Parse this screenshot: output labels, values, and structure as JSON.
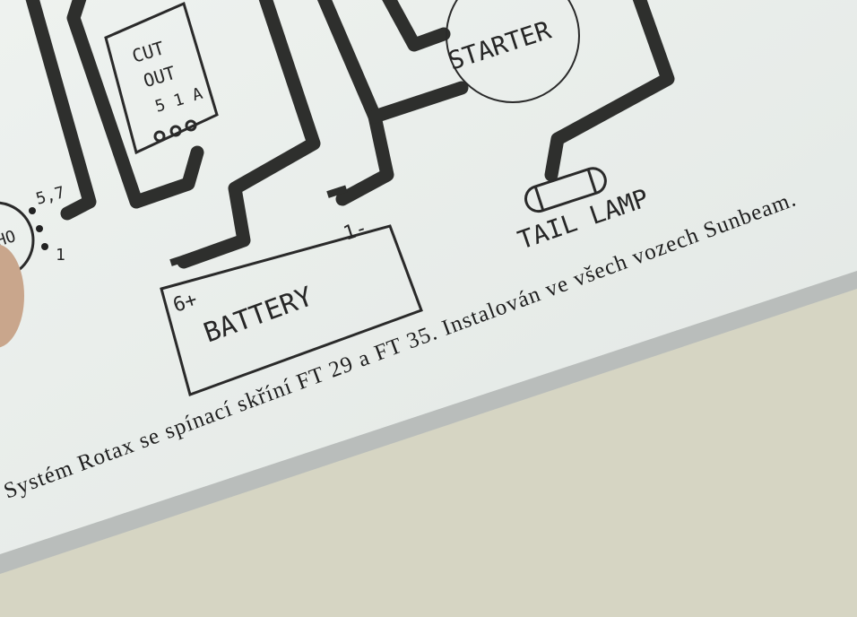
{
  "diagram": {
    "cutout": {
      "line1": "CUT",
      "line2": "OUT",
      "terminals": "5 1 A"
    },
    "generator": {
      "label": "HO",
      "terminal_57": "5,7",
      "terminal_1": "1"
    },
    "battery": {
      "label": "BATTERY",
      "positive": "6+",
      "negative": "1-"
    },
    "starter": {
      "label": "STARTER"
    },
    "tail_lamp": {
      "label": "TAIL LAMP"
    }
  },
  "caption": "Systém Rotax se spínací skříní FT 29 a FT 35. Instalován ve všech vozech Sunbeam.",
  "colors": {
    "background": "#d6d5c3",
    "page": "#e8edea",
    "ink": "#2e2f2d"
  }
}
